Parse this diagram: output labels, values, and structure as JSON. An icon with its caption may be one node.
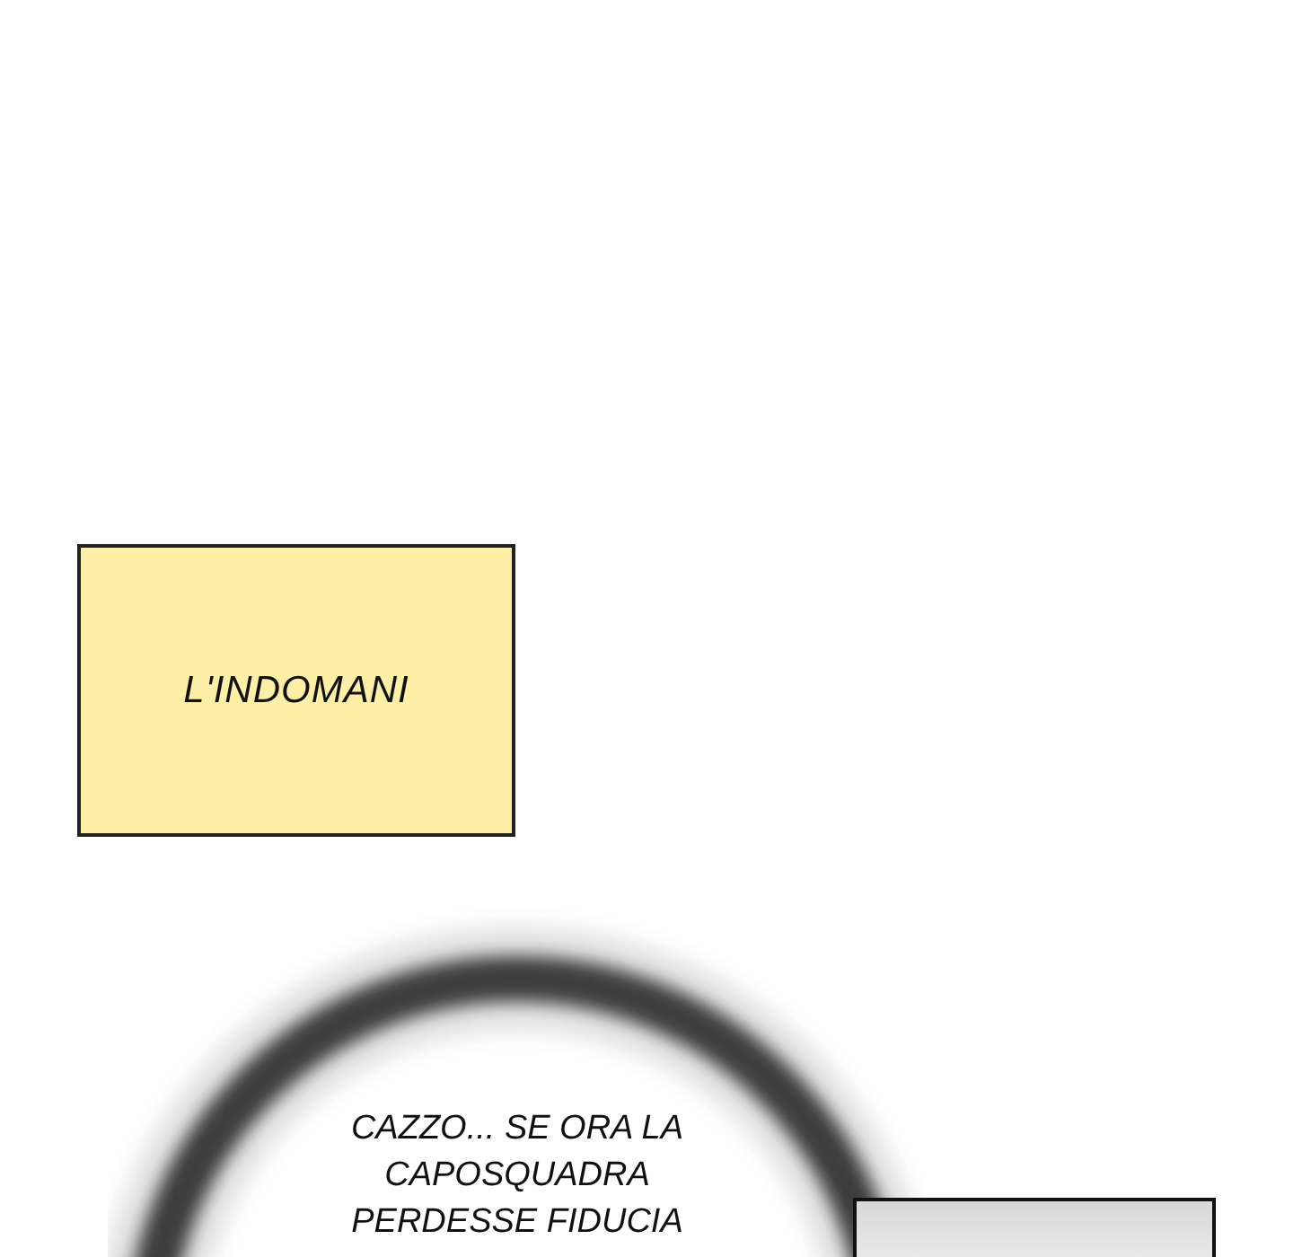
{
  "diagram": {
    "nodes": [
      {
        "text": [
          "L'INDOMANI"
        ]
      },
      {
        "text": [
          "CAZZO... SE ORA LA CAPOSQUADRA PERDESSE FIDUCIA"
        ]
      },
      {
        "text": [],
        "shape": "box"
      }
    ]
  }
}
